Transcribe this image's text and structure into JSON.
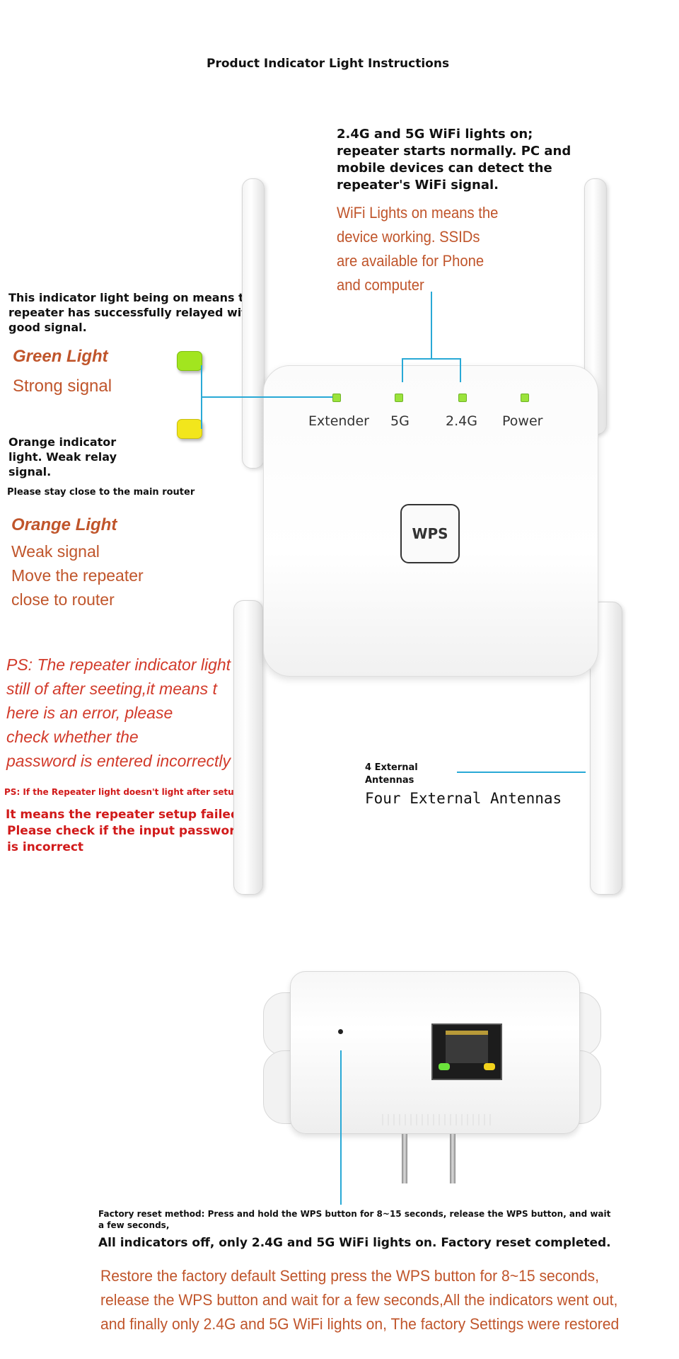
{
  "title": "Product Indicator Light Instructions",
  "wifi_lights": {
    "en": "2.4G and 5G WiFi lights on; repeater starts normally. PC and mobile devices can detect the repeater's WiFi signal.",
    "alt": [
      "WiFi Lights on means the",
      "device working. SSIDs",
      "are available for Phone",
      "and computer"
    ]
  },
  "green": {
    "en": "This indicator light being on means the repeater has successfully relayed with good signal.",
    "title": "Green Light",
    "desc": "Strong signal",
    "color": "#9be33b"
  },
  "orange": {
    "en": "Orange indicator light. Weak relay signal.",
    "note": "Please stay close to the main router",
    "title": "Orange Light",
    "desc": [
      "Weak signal",
      "Move the repeater",
      "close to router"
    ],
    "color": "#f0e21f"
  },
  "ps": {
    "alt": [
      "PS: The repeater indicator light is",
      "still of after seeting,it means t",
      "here is an error, please",
      "check whether the",
      "password is entered incorrectly"
    ],
    "en_small": "PS: If the Repeater light doesn't light after setup,",
    "en_big": [
      "It means the repeater setup failed,",
      "Please check if the input password",
      "is incorrect"
    ]
  },
  "device": {
    "labels": [
      "Extender",
      "5G",
      "2.4G",
      "Power"
    ],
    "wps": "WPS"
  },
  "antennas": {
    "en": [
      "4 External",
      "Antennas"
    ],
    "alt": "Four External Antennas"
  },
  "reset": {
    "small": [
      "Factory reset method: Press and hold the WPS button for 8~15 seconds, release the WPS button, and wait",
      "a few seconds,"
    ],
    "big": "All indicators off, only 2.4G and 5G WiFi lights on. Factory reset completed.",
    "alt": [
      "Restore the factory default Setting  press the WPS button for 8~15 seconds,",
      "release the WPS button and wait for a few seconds,All the indicators went out,",
      "and finally only 2.4G and 5G WiFi lights on, The factory Settings were restored"
    ]
  }
}
